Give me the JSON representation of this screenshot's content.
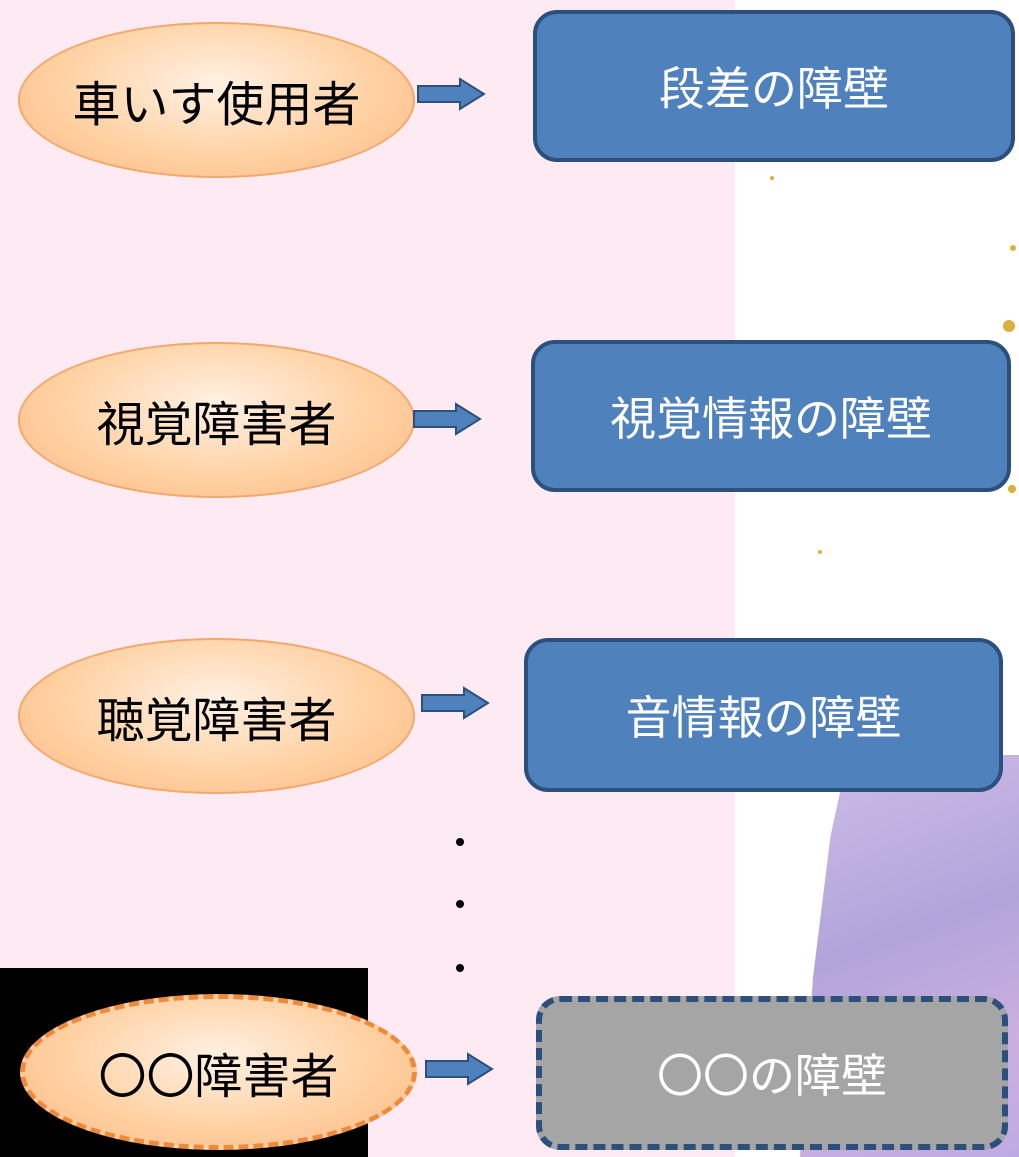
{
  "rows": [
    {
      "group": "車いす使用者",
      "barrier": "段差の障壁"
    },
    {
      "group": "視覚障害者",
      "barrier": "視覚情報の障壁"
    },
    {
      "group": "聴覚障害者",
      "barrier": "音情報の障壁"
    },
    {
      "group": "〇〇障害者",
      "barrier": "〇〇の障壁"
    }
  ],
  "colors": {
    "ellipse_fill": "#ffcf9f",
    "ellipse_border": "#f4a86a",
    "box_fill": "#4f81bd",
    "box_border": "#2c4f7c",
    "placeholder_box_fill": "#a5a5a5",
    "arrow_fill": "#4f81bd",
    "background": "#fdeaf2"
  },
  "icons": {
    "arrow": "right-arrow-icon",
    "ellipsis": "vertical-ellipsis"
  }
}
